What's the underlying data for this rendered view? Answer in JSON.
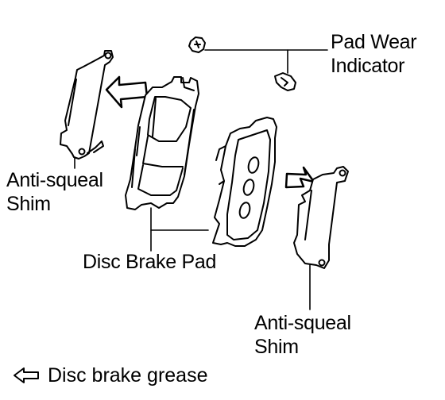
{
  "labels": {
    "pad_wear_indicator": [
      "Pad Wear",
      "Indicator"
    ],
    "anti_squeal_shim_left": [
      "Anti-squeal",
      "Shim"
    ],
    "disc_brake_pad": "Disc Brake Pad",
    "anti_squeal_shim_right": [
      "Anti-squeal",
      "Shim"
    ]
  },
  "legend": {
    "icon": "outline-arrow-left-icon",
    "text": "Disc brake grease"
  },
  "colors": {
    "line": "#000000",
    "fill": "#ffffff"
  }
}
